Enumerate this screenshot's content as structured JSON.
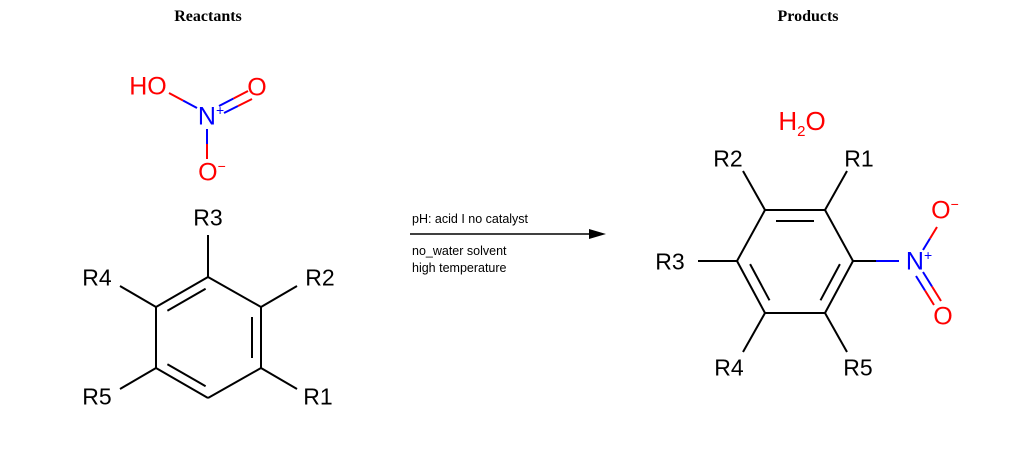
{
  "colors": {
    "background": "#ffffff",
    "carbon_bond": "#000000",
    "nitrogen": "#0000ff",
    "oxygen": "#ff0000"
  },
  "headers": {
    "reactants": "Reactants",
    "products": "Products"
  },
  "arrow": {
    "condition_above": "pH: acid I no catalyst",
    "condition_below_1": "no_water solvent",
    "condition_below_2": "high temperature"
  },
  "reactant_nitric_acid": {
    "hydroxyl": "HO",
    "nitrogen": "N",
    "nitrogen_charge": "+",
    "oxygen_double": "O",
    "oxygen_single": "O",
    "oxygen_single_charge": "−"
  },
  "reactant_benzene": {
    "top": "R3",
    "upper_left": "R4",
    "upper_right": "R2",
    "lower_left": "R5",
    "lower_right": "R1"
  },
  "product_water": {
    "h": "H",
    "subscript": "2",
    "o": "O"
  },
  "product_benzene": {
    "upper_left": "R2",
    "upper_right": "R1",
    "left": "R3",
    "lower_left": "R4",
    "lower_right": "R5"
  },
  "product_nitro": {
    "nitrogen": "N",
    "nitrogen_charge": "+",
    "oxygen_single": "O",
    "oxygen_single_charge": "−",
    "oxygen_double": "O"
  }
}
